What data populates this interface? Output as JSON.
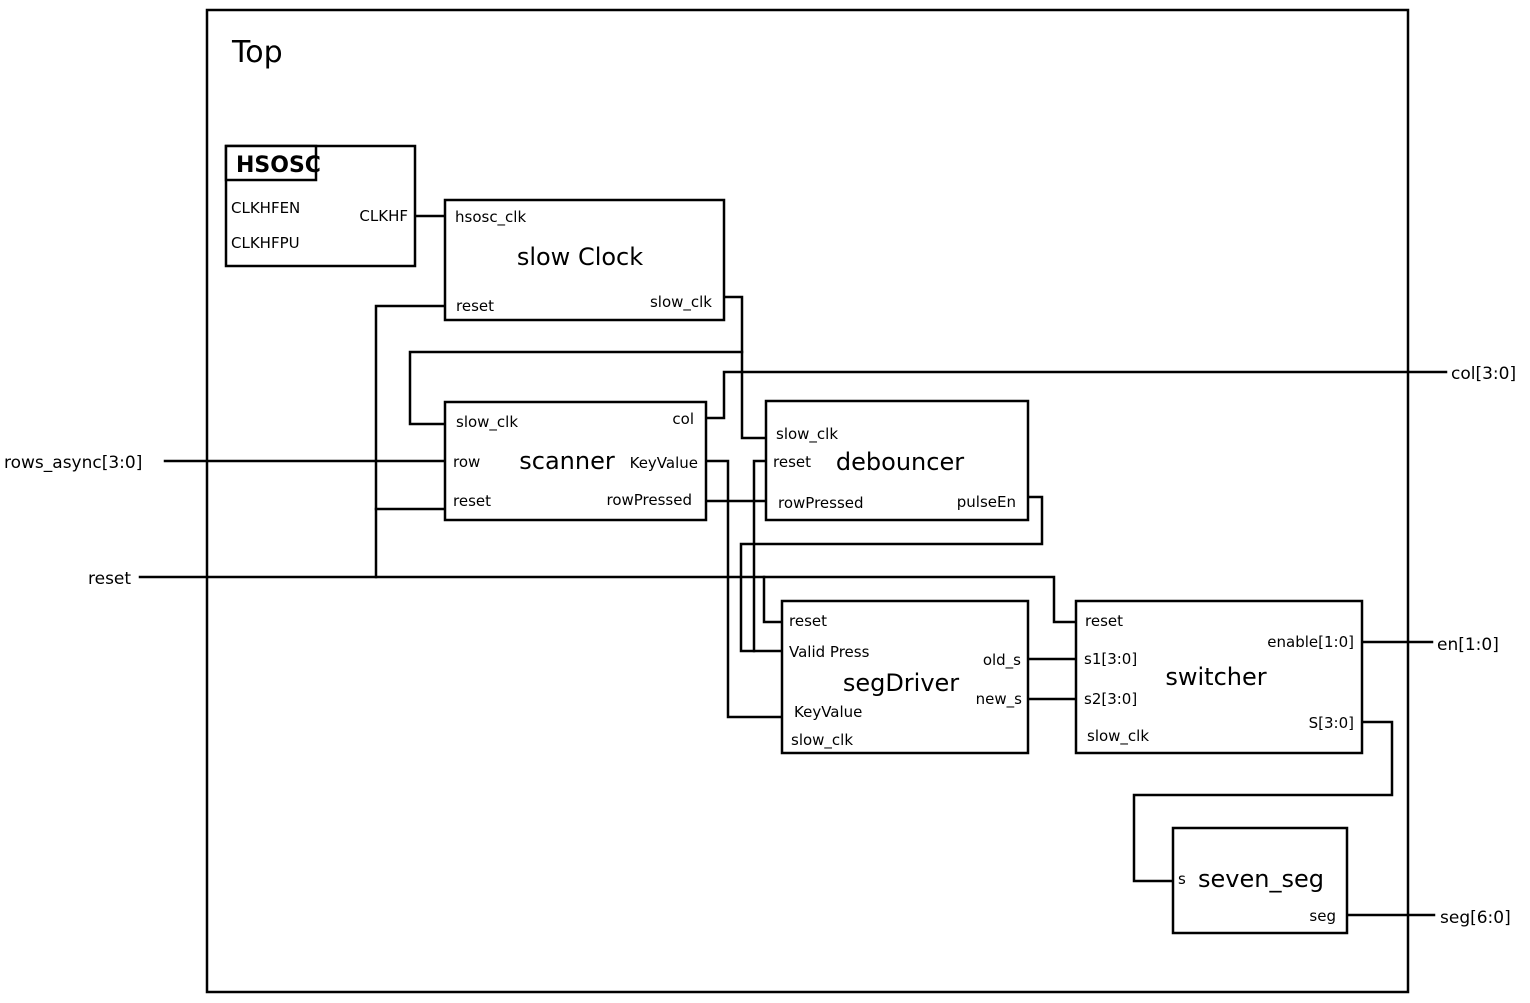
{
  "top": {
    "title": "Top"
  },
  "hsosc": {
    "title": "HSOSC",
    "ports": {
      "clkhfen": "CLKHFEN",
      "clkhfpu": "CLKHFPU",
      "clkhf": "CLKHF"
    }
  },
  "slow_clock": {
    "title": "slow Clock",
    "ports": {
      "hsosc_clk": "hsosc_clk",
      "reset": "reset",
      "slow_clk": "slow_clk"
    }
  },
  "scanner": {
    "title": "scanner",
    "ports": {
      "slow_clk": "slow_clk",
      "col": "col",
      "row": "row",
      "keyvalue": "KeyValue",
      "reset": "reset",
      "rowpressed": "rowPressed"
    }
  },
  "debouncer": {
    "title": "debouncer",
    "ports": {
      "slow_clk": "slow_clk",
      "reset": "reset",
      "rowpressed": "rowPressed",
      "pulseen": "pulseEn"
    }
  },
  "segdriver": {
    "title": "segDriver",
    "ports": {
      "reset": "reset",
      "validpress": "Valid Press",
      "old_s": "old_s",
      "new_s": "new_s",
      "keyvalue": "KeyValue",
      "slow_clk": "slow_clk"
    }
  },
  "switcher": {
    "title": "switcher",
    "ports": {
      "reset": "reset",
      "s1": "s1[3:0]",
      "s2": "s2[3:0]",
      "slow_clk": "slow_clk",
      "enable": "enable[1:0]",
      "s": "S[3:0]"
    }
  },
  "seven_seg": {
    "title": "seven_seg",
    "ports": {
      "s": "s",
      "seg": "seg"
    }
  },
  "external": {
    "rows_async": "rows_async[3:0]",
    "reset": "reset",
    "col": "col[3:0]",
    "en": "en[1:0]",
    "seg": "seg[6:0]"
  }
}
